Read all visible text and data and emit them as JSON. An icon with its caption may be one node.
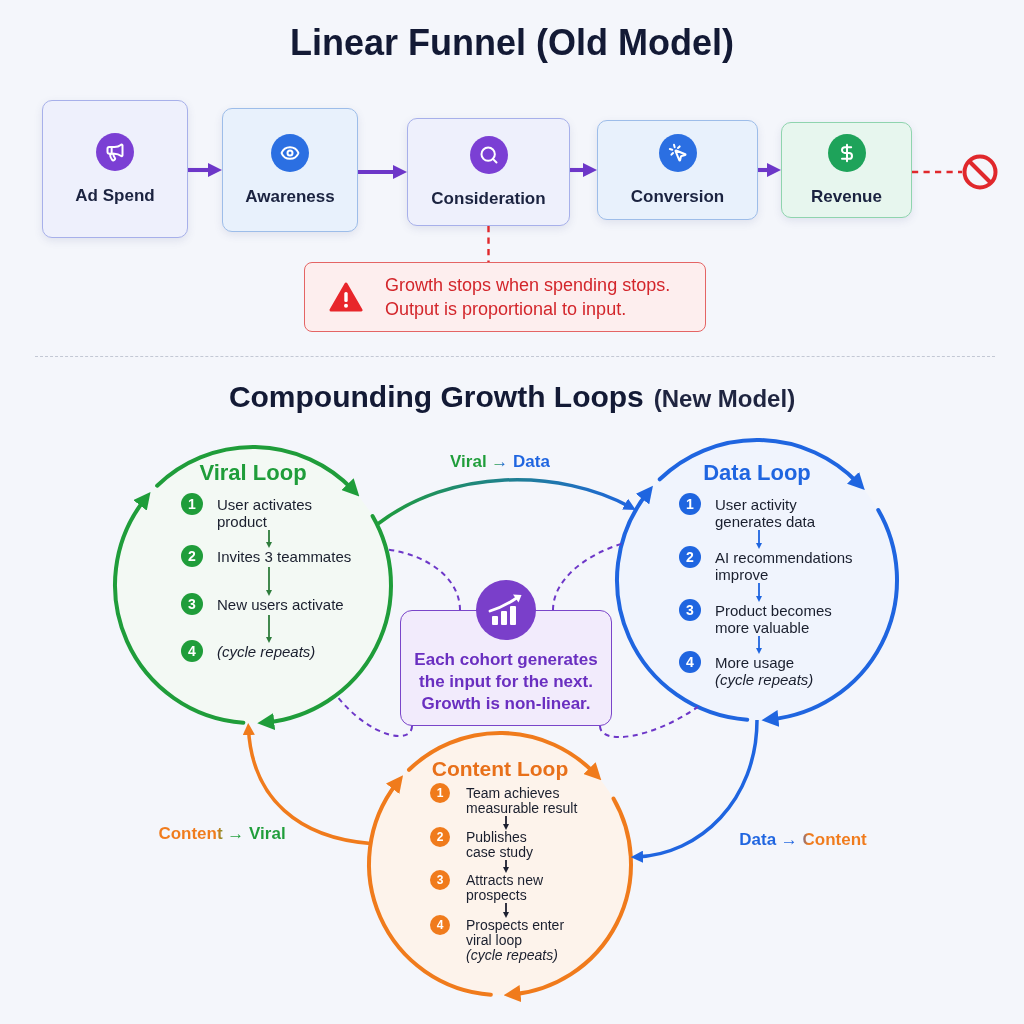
{
  "diagram": {
    "title": "Linear Funnel (Old Model)",
    "nodes": [
      {
        "text": [
          "Ad Spend"
        ]
      },
      {
        "text": [
          "Awareness"
        ]
      },
      {
        "text": [
          "Consideration"
        ]
      },
      {
        "text": [
          "Conversion"
        ]
      },
      {
        "text": [
          "Revenue"
        ]
      },
      {
        "text": [],
        "shape": "circle"
      },
      {
        "text": [
          "Growth stops when spending stops. Output is proportional to input."
        ]
      },
      {
        "text": [
          "Viral Loop"
        ]
      },
      {
        "text": [
          "1",
          "User activates product"
        ],
        "in": 7
      },
      {
        "text": [
          "2",
          "Invites 3 teammates"
        ],
        "in": 7
      },
      {
        "text": [
          "3",
          "New users activate"
        ],
        "in": 7
      },
      {
        "text": [
          "4",
          "*(cycle repeats)*"
        ],
        "in": 7
      },
      {
        "text": [
          "Data Loop"
        ]
      },
      {
        "text": [
          "1",
          "User activity generates data"
        ],
        "in": 12
      },
      {
        "text": [
          "2",
          "AI recommendations improve"
        ],
        "in": 12
      },
      {
        "text": [
          "3",
          "Product becomes more valuable"
        ],
        "in": 12
      },
      {
        "text": [
          "4",
          "More usage",
          "*(cycle repeats)*"
        ],
        "in": 12
      },
      {
        "text": [
          "Each cohort generates the input for the next. Growth is non-linear."
        ]
      },
      {
        "text": [
          "Content Loop"
        ]
      },
      {
        "text": [
          "1",
          "Team achieves measurable result"
        ],
        "in": 18
      },
      {
        "text": [
          "2",
          "Publishes case study"
        ],
        "in": 18
      },
      {
        "text": [
          "3",
          "Attracts new prospects"
        ],
        "in": 18
      },
      {
        "text": [
          "4",
          "Prospects enter viral loop",
          "*(cycle repeats)*"
        ],
        "in": 18
      }
    ],
    "edges": [
      {
        "from": 0,
        "to": 1,
        "arrow": "to",
        "style": "thick"
      },
      {
        "from": 1,
        "to": 2,
        "arrow": "to",
        "style": "thick"
      },
      {
        "from": 2,
        "to": 3,
        "arrow": "to",
        "style": "thick"
      },
      {
        "from": 3,
        "to": 4,
        "arrow": "to",
        "style": "thick"
      },
      {
        "from": 4,
        "to": 5,
        "arrow": "none",
        "style": "dashed",
        "color": "#e0282c"
      },
      {
        "from": 2,
        "to": 6,
        "arrow": "none",
        "style": "dashed",
        "color": "#e0282c"
      },
      {
        "from": 8,
        "to": 9,
        "arrow": "to",
        "color": "#2e7d3c"
      },
      {
        "from": 9,
        "to": 10,
        "arrow": "to",
        "color": "#2e7d3c"
      },
      {
        "from": 10,
        "to": 11,
        "arrow": "to",
        "color": "#2e7d3c"
      },
      {
        "from": 7,
        "to": 12,
        "label": "Viral → Data",
        "arrow": "to",
        "color": "#1f65e0"
      },
      {
        "from": 13,
        "to": 14,
        "arrow": "to",
        "color": "#1f65e0"
      },
      {
        "from": 14,
        "to": 15,
        "arrow": "to",
        "color": "#1f65e0"
      },
      {
        "from": 15,
        "to": 16,
        "arrow": "to",
        "color": "#1f65e0"
      },
      {
        "from": 12,
        "to": 18,
        "label": "Data → Content",
        "arrow": "to",
        "color": "#1f65e0"
      },
      {
        "from": 19,
        "to": 20,
        "arrow": "to",
        "color": "#1d2030"
      },
      {
        "from": 20,
        "to": 21,
        "arrow": "to",
        "color": "#1d2030"
      },
      {
        "from": 21,
        "to": 22,
        "arrow": "to",
        "color": "#1d2030"
      },
      {
        "from": 18,
        "to": 7,
        "label": "Content → Viral",
        "arrow": "to",
        "color": "#f07b1c"
      },
      {
        "from": 17,
        "to": 7,
        "arrow": "none",
        "style": "dashed"
      },
      {
        "from": 17,
        "to": 12,
        "arrow": "none",
        "style": "dashed"
      },
      {
        "from": 17,
        "to": 7,
        "arrow": "none",
        "style": "dashed"
      },
      {
        "from": 17,
        "to": 12,
        "arrow": "none",
        "style": "dashed"
      }
    ],
    "labels": [
      "Compounding Growth Loops",
      "(New Model)"
    ]
  }
}
